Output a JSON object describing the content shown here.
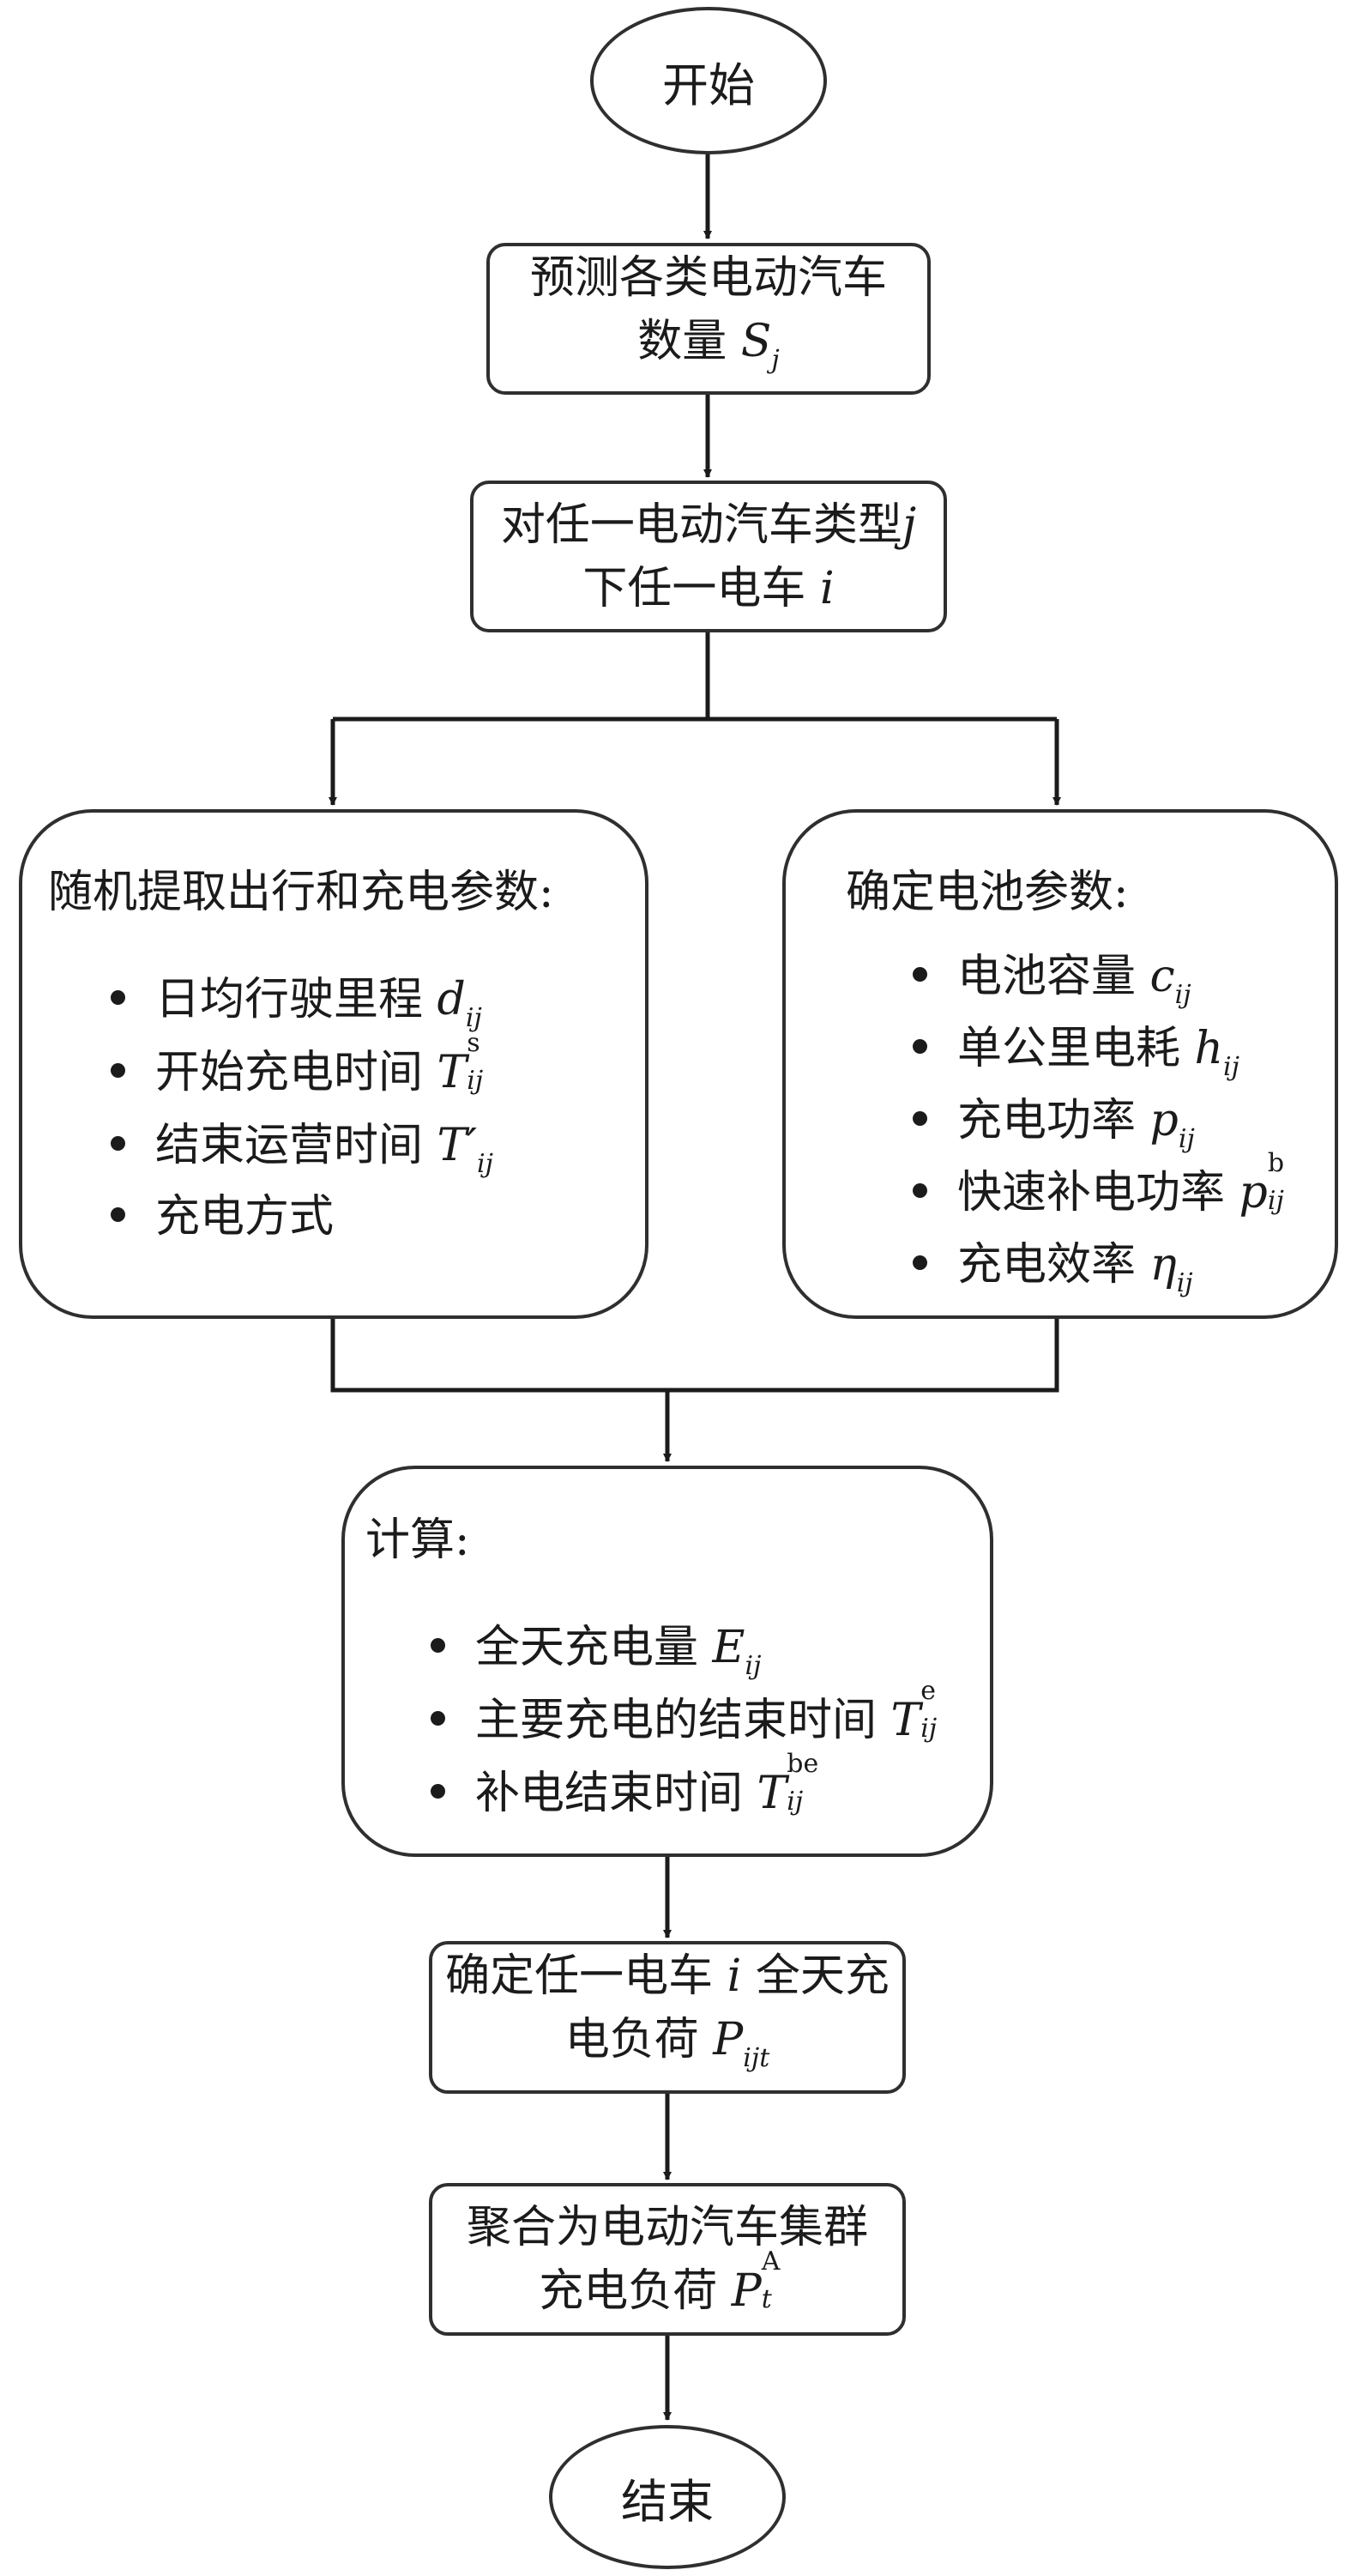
{
  "diagram": {
    "start": "开始",
    "end": "结束",
    "predict": {
      "line1": "预测各类电动汽车",
      "line2": "数量",
      "var": "S",
      "sub": "j"
    },
    "select": {
      "line1_text": "对任一电动汽车类型",
      "line1_var": "j",
      "line2_text": "下任一电车",
      "line2_var": "i"
    },
    "travel": {
      "title": "随机提取出行和充电参数:",
      "items": [
        {
          "text": "日均行驶里程",
          "var": "d",
          "sub": "ij",
          "sup": ""
        },
        {
          "text": "开始充电时间",
          "var": "T",
          "sub": "ij",
          "sup": "s"
        },
        {
          "text": "结束运营时间",
          "var": "T′",
          "sub": "ij",
          "sup": ""
        },
        {
          "text": "充电方式",
          "var": "",
          "sub": "",
          "sup": ""
        }
      ]
    },
    "battery": {
      "title": "确定电池参数:",
      "items": [
        {
          "text": "电池容量",
          "var": "c",
          "sub": "ij",
          "sup": ""
        },
        {
          "text": "单公里电耗",
          "var": "h",
          "sub": "ij",
          "sup": ""
        },
        {
          "text": "充电功率",
          "var": "p",
          "sub": "ij",
          "sup": ""
        },
        {
          "text": "快速补电功率",
          "var": "p",
          "sub": "ij",
          "sup": "b"
        },
        {
          "text": "充电效率",
          "var": "η",
          "sub": "ij",
          "sup": ""
        }
      ]
    },
    "compute": {
      "title": "计算:",
      "items": [
        {
          "text": "全天充电量",
          "var": "E",
          "sub": "ij",
          "sup": ""
        },
        {
          "text": "主要充电的结束时间",
          "var": "T",
          "sub": "ij",
          "sup": "e"
        },
        {
          "text": "补电结束时间",
          "var": "T",
          "sub": "ij",
          "sup": "be"
        }
      ]
    },
    "load": {
      "line1_a": "确定任一电车",
      "line1_var": "i",
      "line1_b": "全天充",
      "line2": "电负荷",
      "var": "P",
      "sub": "ijt"
    },
    "aggregate": {
      "line1": "聚合为电动汽车集群",
      "line2": "充电负荷",
      "var": "P",
      "sub": "t",
      "sup": "A"
    }
  }
}
